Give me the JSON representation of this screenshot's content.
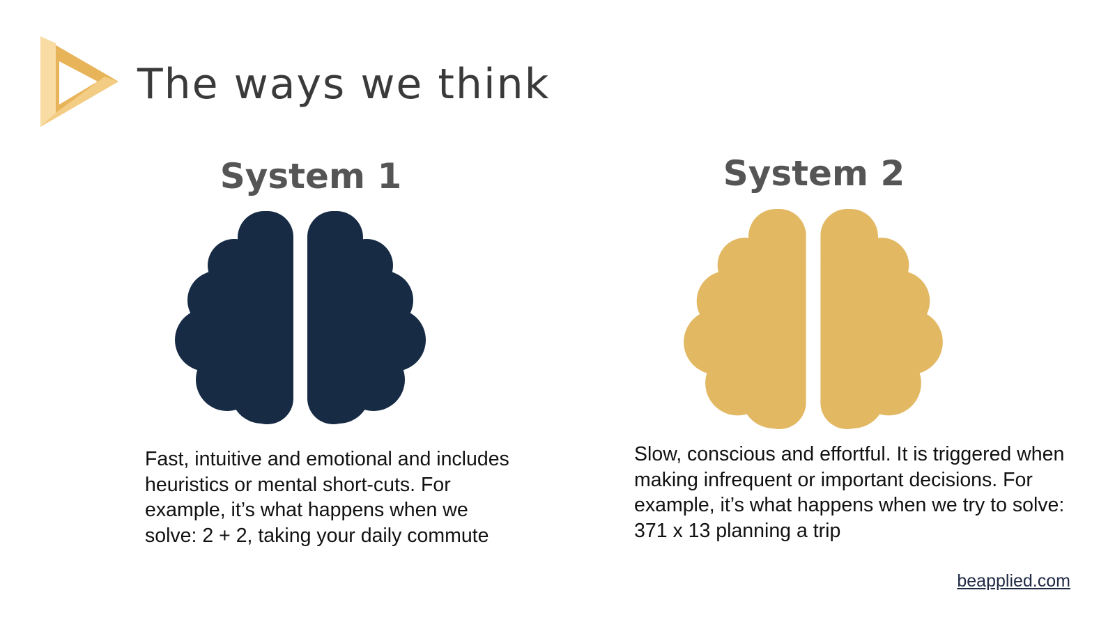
{
  "slide": {
    "title": "The ways we think",
    "footer_link": "beapplied.com"
  },
  "systems": [
    {
      "heading": "System 1",
      "description": "Fast, intuitive and emotional and includes heuristics or mental short-cuts. For example, it’s what happens when we solve: 2 + 2, taking your daily commute",
      "icon": "brain-icon",
      "color": "#172b45"
    },
    {
      "heading": "System 2",
      "description": "Slow, conscious and effortful. It is triggered when making infrequent or important decisions. For example, it’s what happens when we try to solve: 371 x 13 planning a trip",
      "icon": "brain-icon",
      "color": "#e2b863"
    }
  ],
  "brand": {
    "logo_icon": "play-triangle-logo-icon",
    "logo_colors": [
      "#e8b45a",
      "#f3cd83",
      "#f8dca4"
    ]
  }
}
